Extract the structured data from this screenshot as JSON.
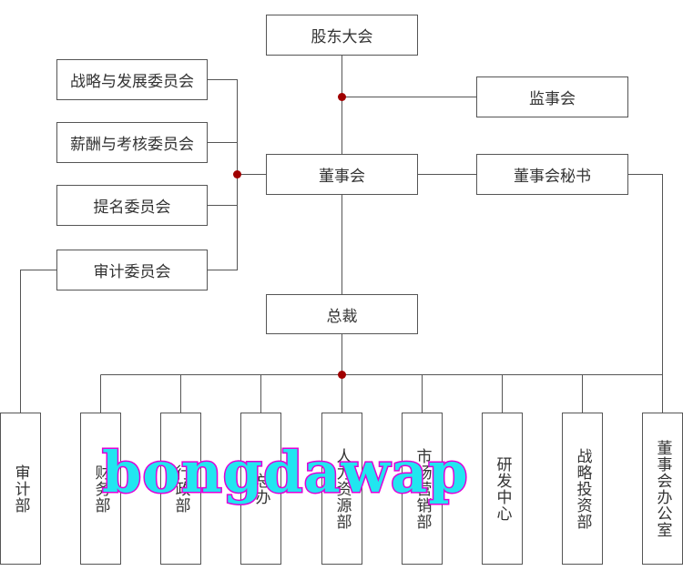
{
  "nodes": {
    "shareholders": "股东大会",
    "supervisory_board": "监事会",
    "board": "董事会",
    "board_secretary": "董事会秘书",
    "strategy_committee": "战略与发展委员会",
    "compensation_committee": "薪酬与考核委员会",
    "nomination_committee": "提名委员会",
    "audit_committee": "审计委员会",
    "president": "总裁"
  },
  "departments": [
    "审计部",
    "财务部",
    "行政部",
    "总办",
    "人力资源部",
    "市场营销部",
    "研发中心",
    "战略投资部",
    "董事会办公室"
  ],
  "watermark": "bongdawap",
  "colors": {
    "line": "#555555",
    "junction": "#a00000",
    "watermark_fill": "#21e6f0",
    "watermark_stroke": "#e000d8"
  }
}
